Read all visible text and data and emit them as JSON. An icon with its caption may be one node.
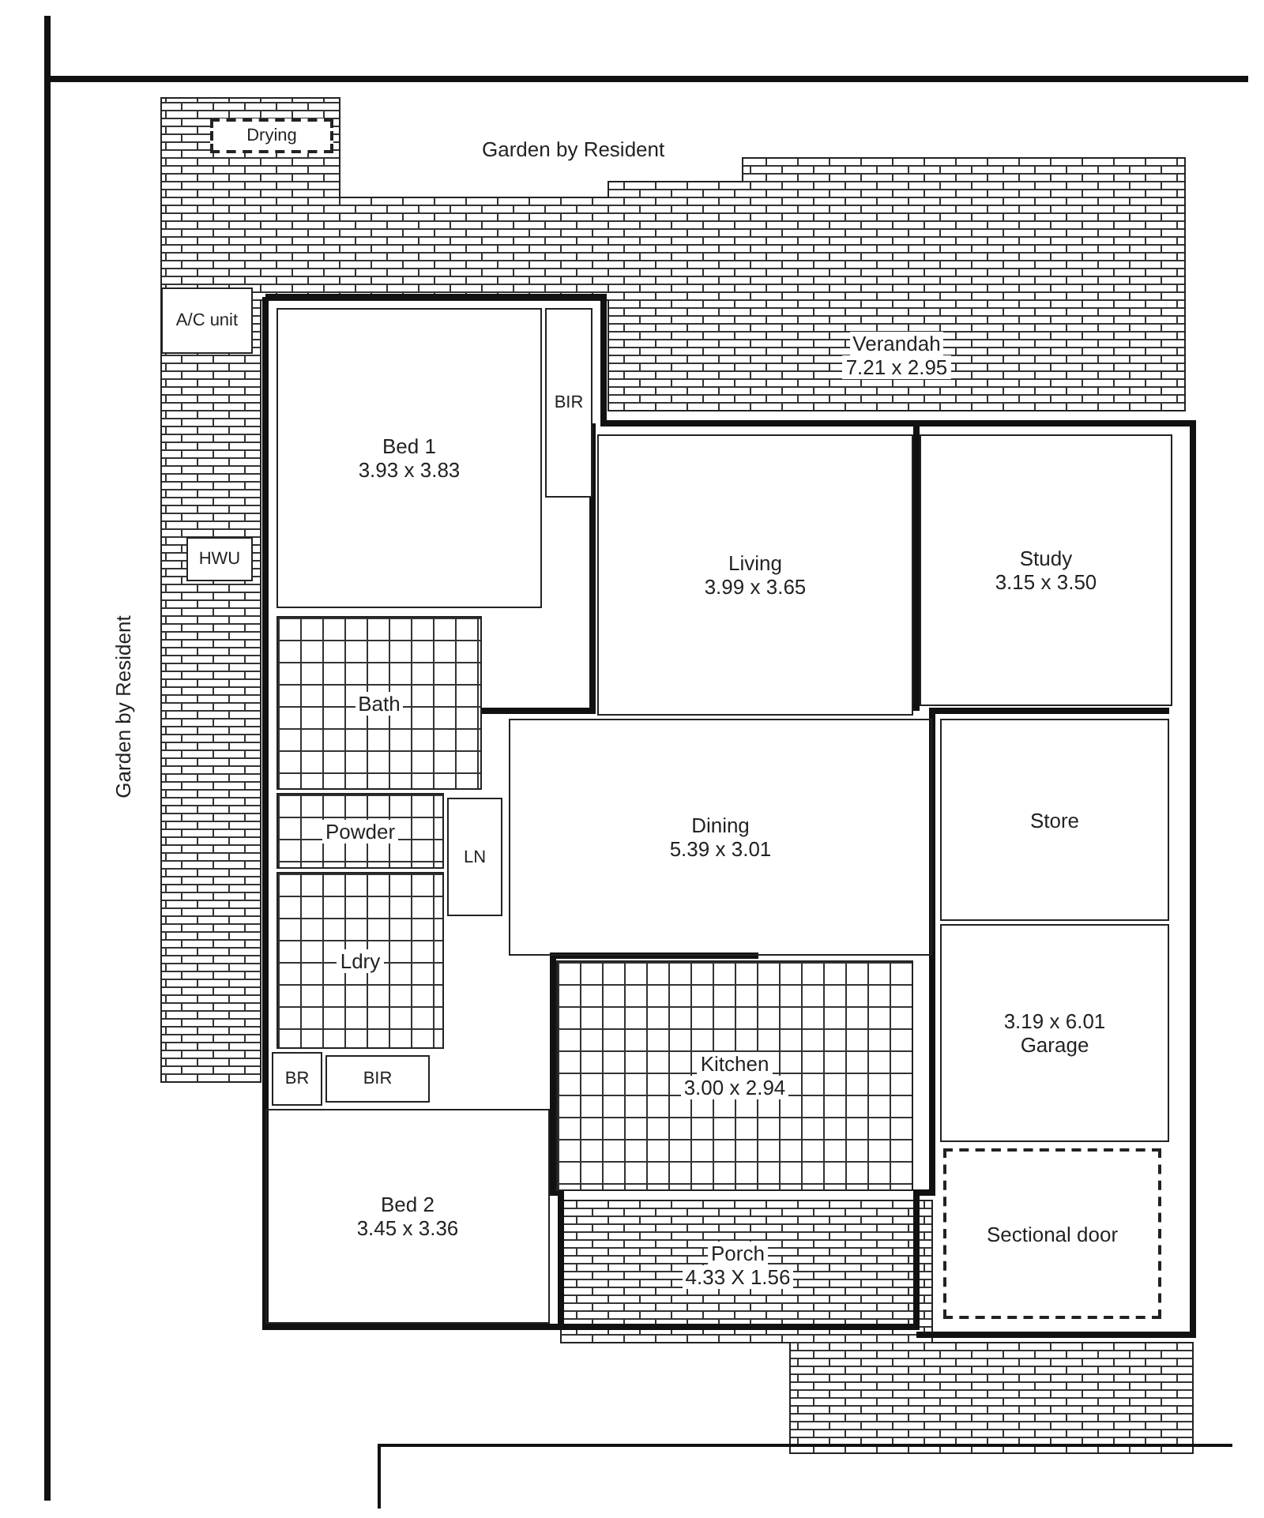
{
  "diagram": {
    "nodes": [
      {
        "text": [
          "Drying"
        ]
      },
      {
        "text": [
          "A/C unit"
        ]
      },
      {
        "text": [
          "HWU"
        ]
      },
      {
        "text": [
          "Verandah",
          "7.21 x 2.95"
        ]
      },
      {
        "text": [
          "Bed 1",
          "3.93 x 3.83"
        ]
      },
      {
        "text": [
          "BIR"
        ]
      },
      {
        "text": [
          "Living",
          "3.99 x 3.65"
        ]
      },
      {
        "text": [
          "Study",
          "3.15 x 3.50"
        ]
      },
      {
        "text": [
          "Bath"
        ]
      },
      {
        "text": [
          "Dining",
          "5.39 x 3.01"
        ]
      },
      {
        "text": [
          "Store"
        ]
      },
      {
        "text": [
          "Powder"
        ]
      },
      {
        "text": [
          "LN"
        ]
      },
      {
        "text": [
          "Ldry"
        ]
      },
      {
        "text": [
          "Kitchen",
          "3.00 x 2.94"
        ]
      },
      {
        "text": [
          "3.19 x 6.01",
          "Garage"
        ]
      },
      {
        "text": [
          "BR"
        ]
      },
      {
        "text": [
          "BIR"
        ]
      },
      {
        "text": [
          "Sectional door"
        ]
      },
      {
        "text": [
          "Bed 2",
          "3.45 x 3.36"
        ]
      },
      {
        "text": [
          "Porch",
          "4.33 X 1.56"
        ]
      }
    ],
    "labels": [
      "Garden by Resident",
      "Garden by Resident"
    ]
  }
}
